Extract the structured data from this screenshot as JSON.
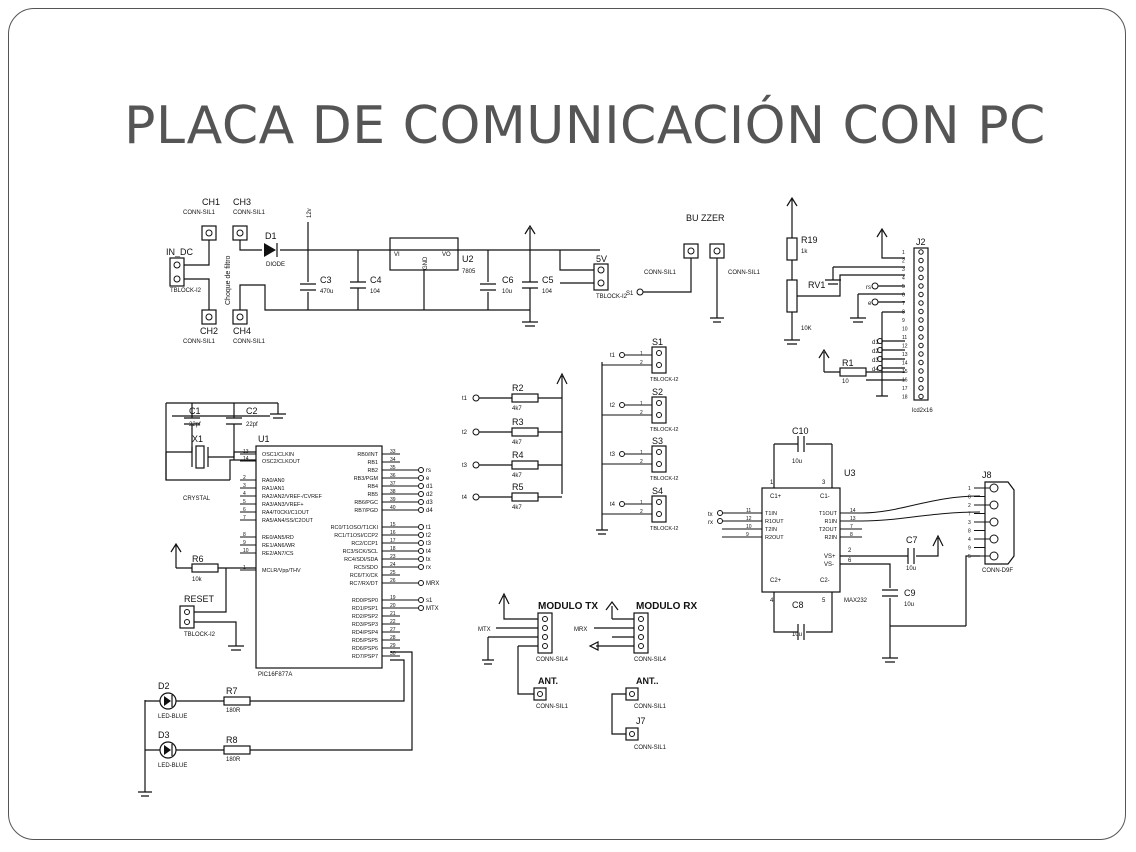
{
  "slide": {
    "title": "PLACA DE COMUNICACIÓN CON PC"
  },
  "power": {
    "ch1": "CH1",
    "ch2": "CH2",
    "ch3": "CH3",
    "ch4": "CH4",
    "conn_sil": "CONN-SIL1",
    "in_dc": "IN_DC",
    "tblock": "TBLOCK-I2",
    "choque": "Choque de filtro",
    "d1": "D1",
    "diode": "DIODE",
    "v12": "12v",
    "c3": "C3",
    "c3v": "470u",
    "c4": "C4",
    "c4v": "104",
    "u2": "U2",
    "u2v": "7805",
    "vi": "VI",
    "vo": "VO",
    "gnd": "GND",
    "c6": "C6",
    "c6v": "10u",
    "c5": "C5",
    "c5v": "104",
    "v5": "5V",
    "s1": "S1",
    "buzzer": "BU ZZER"
  },
  "lcd": {
    "r19": "R19",
    "r19v": "1k",
    "rv1": "RV1",
    "rv1v": "10K",
    "r1": "R1",
    "r1v": "10",
    "j2": "J2",
    "lcd": "lcd2x16",
    "rs": "rs",
    "e": "e",
    "d1": "d1",
    "d2": "d2",
    "d3": "d3",
    "d4": "d4"
  },
  "mcu": {
    "c1": "C1",
    "c2": "C2",
    "cap_v": "22pf",
    "x1": "X1",
    "crystal": "CRYSTAL",
    "u1": "U1",
    "part": "PIC16F877A",
    "r6": "R6",
    "r6v": "10k",
    "reset": "RESET",
    "d2": "D2",
    "d3": "D3",
    "led": "LED-BLUE",
    "r7": "R7",
    "r8": "R8",
    "r78v": "180R",
    "left_pins": [
      {
        "num": "13",
        "name": "OSC1/CLKIN"
      },
      {
        "num": "14",
        "name": "OSC2/CLKOUT"
      },
      {
        "num": "2",
        "name": "RA0/AN0"
      },
      {
        "num": "3",
        "name": "RA1/AN1"
      },
      {
        "num": "4",
        "name": "RA2/AN2/VREF-/CVREF"
      },
      {
        "num": "5",
        "name": "RA3/AN3/VREF+"
      },
      {
        "num": "6",
        "name": "RA4/T0CKI/C1OUT"
      },
      {
        "num": "7",
        "name": "RA5/AN4/SS/C2OUT"
      },
      {
        "num": "8",
        "name": "RE0/AN5/RD"
      },
      {
        "num": "9",
        "name": "RE1/AN6/WR"
      },
      {
        "num": "10",
        "name": "RE2/AN7/CS"
      },
      {
        "num": "1",
        "name": "MCLR/Vpp/THV"
      }
    ],
    "right_pins": [
      {
        "num": "33",
        "name": "RB0/INT",
        "net": ""
      },
      {
        "num": "34",
        "name": "RB1",
        "net": ""
      },
      {
        "num": "35",
        "name": "RB2",
        "net": "rs"
      },
      {
        "num": "36",
        "name": "RB3/PGM",
        "net": "e"
      },
      {
        "num": "37",
        "name": "RB4",
        "net": "d1"
      },
      {
        "num": "38",
        "name": "RB5",
        "net": "d2"
      },
      {
        "num": "39",
        "name": "RB6/PGC",
        "net": "d3"
      },
      {
        "num": "40",
        "name": "RB7/PGD",
        "net": "d4"
      },
      {
        "num": "15",
        "name": "RC0/T1OSO/T1CKI",
        "net": "t1"
      },
      {
        "num": "16",
        "name": "RC1/T1OSI/CCP2",
        "net": "t2"
      },
      {
        "num": "17",
        "name": "RC2/CCP1",
        "net": "t3"
      },
      {
        "num": "18",
        "name": "RC3/SCK/SCL",
        "net": "t4"
      },
      {
        "num": "23",
        "name": "RC4/SDI/SDA",
        "net": "tx"
      },
      {
        "num": "24",
        "name": "RC5/SDO",
        "net": "rx"
      },
      {
        "num": "25",
        "name": "RC6/TX/CK",
        "net": ""
      },
      {
        "num": "26",
        "name": "RC7/RX/DT",
        "net": "MRX"
      },
      {
        "num": "19",
        "name": "RD0/PSP0",
        "net": "s1"
      },
      {
        "num": "20",
        "name": "RD1/PSP1",
        "net": "MTX"
      },
      {
        "num": "21",
        "name": "RD2/PSP2",
        "net": ""
      },
      {
        "num": "22",
        "name": "RD3/PSP3",
        "net": ""
      },
      {
        "num": "27",
        "name": "RD4/PSP4",
        "net": ""
      },
      {
        "num": "28",
        "name": "RD5/PSP5",
        "net": ""
      },
      {
        "num": "29",
        "name": "RD6/PSP6",
        "net": ""
      },
      {
        "num": "30",
        "name": "RD7/PSP7",
        "net": ""
      }
    ]
  },
  "switches": {
    "r2": "R2",
    "r3": "R3",
    "r4": "R4",
    "r5": "R5",
    "rv": "4k7",
    "t1": "t1",
    "t2": "t2",
    "t3": "t3",
    "t4": "t4",
    "s1": "S1",
    "s2": "S2",
    "s3": "S3",
    "s4": "S4",
    "tblock": "TBLOCK-I2"
  },
  "max232": {
    "c10": "C10",
    "c8": "C8",
    "c7": "C7",
    "c9": "C9",
    "cv": "10u",
    "u3": "U3",
    "part": "MAX232",
    "j8": "J8",
    "db9": "CONN-D9F",
    "tx": "tx",
    "rx": "rx",
    "left_pins": [
      {
        "num": "11",
        "name": "T1IN"
      },
      {
        "num": "12",
        "name": "R1OUT"
      },
      {
        "num": "10",
        "name": "T2IN"
      },
      {
        "num": "9",
        "name": "R2OUT"
      }
    ],
    "right_pins": [
      {
        "num": "14",
        "name": "T1OUT"
      },
      {
        "num": "13",
        "name": "R1IN"
      },
      {
        "num": "7",
        "name": "T2OUT"
      },
      {
        "num": "8",
        "name": "R2IN"
      }
    ],
    "c1p": "C1+",
    "c1m": "C1-",
    "c2p": "C2+",
    "c2m": "C2-",
    "vsp": "VS+",
    "vsm": "VS-",
    "p1": "1",
    "p3": "3",
    "p4": "4",
    "p5": "5",
    "p2": "2",
    "p6": "6",
    "db9_pins": [
      "1",
      "6",
      "2",
      "7",
      "3",
      "8",
      "4",
      "9",
      "5"
    ]
  },
  "radio": {
    "mod_tx": "MODULO TX",
    "mod_rx": "MODULO RX",
    "sil4": "CONN-SIL4",
    "mtx": "MTX",
    "mrx": "MRX",
    "ant": "ANT.",
    "ant2": "ANT..",
    "j7": "J7",
    "sil1": "CONN-SIL1"
  }
}
